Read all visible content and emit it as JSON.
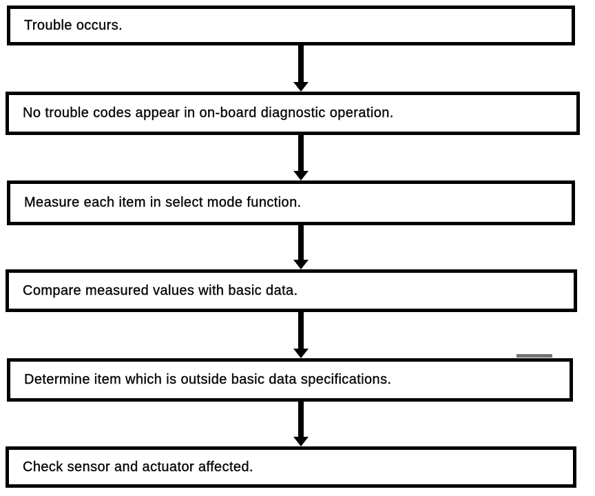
{
  "diagram": {
    "type": "flowchart",
    "direction": "top-down",
    "colors": {
      "ink": "#000000",
      "background": "#ffffff"
    },
    "steps": [
      {
        "order": 1,
        "label": "Trouble occurs."
      },
      {
        "order": 2,
        "label": "No trouble codes appear in on-board diagnostic operation."
      },
      {
        "order": 3,
        "label": "Measure each item in select mode function."
      },
      {
        "order": 4,
        "label": "Compare measured values with basic data."
      },
      {
        "order": 5,
        "label": "Determine item which is outside basic data specifications."
      },
      {
        "order": 6,
        "label": "Check sensor and actuator affected."
      }
    ],
    "connections": [
      {
        "from": 1,
        "to": 2
      },
      {
        "from": 2,
        "to": 3
      },
      {
        "from": 3,
        "to": 4
      },
      {
        "from": 4,
        "to": 5
      },
      {
        "from": 5,
        "to": 6
      }
    ]
  }
}
